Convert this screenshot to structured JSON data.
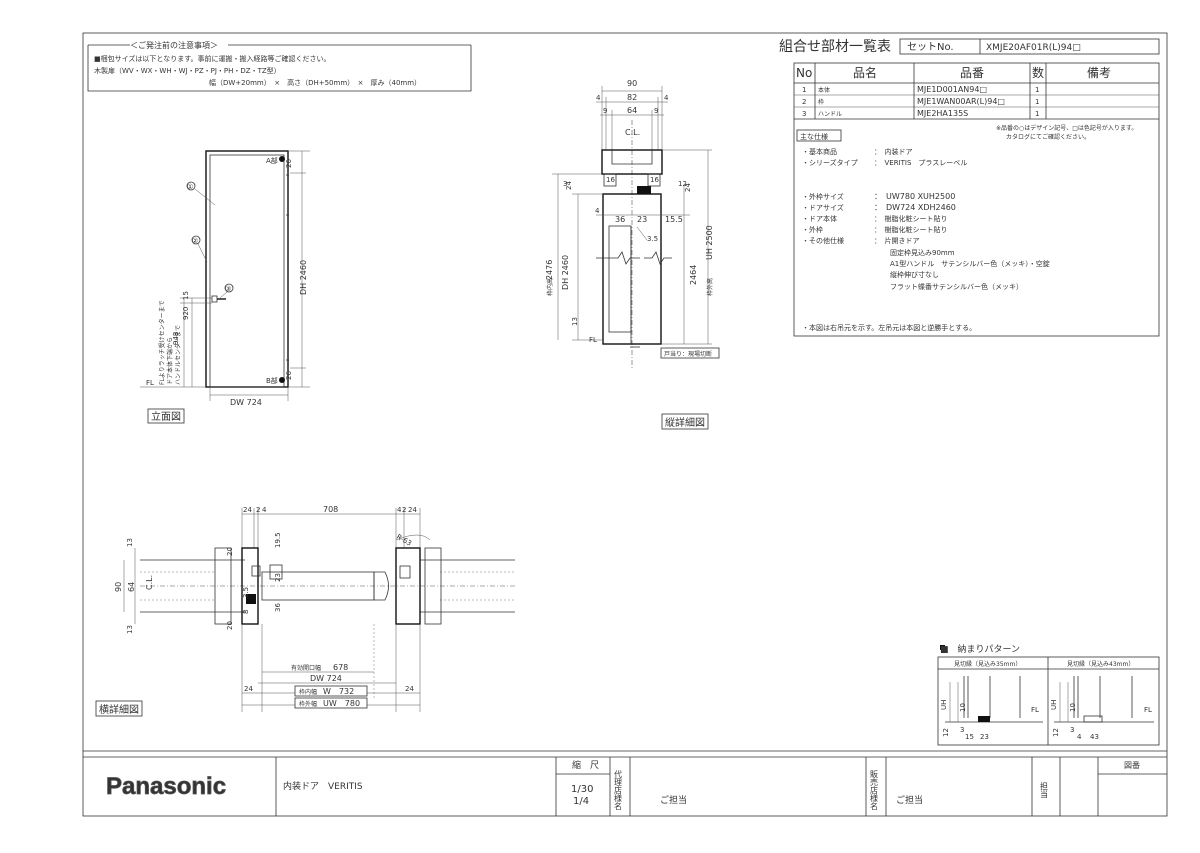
{
  "notice": {
    "title": "＜ご発注前の注意事項＞",
    "line1": "■梱包サイズは以下となります。事前に運搬・搬入経路等ご確認ください。",
    "line2": "木製扉（WV・WX・WH・WJ・PZ・PJ・PH・DZ・TZ型）",
    "line3": "幅（DW+20mm）　×　高さ（DH+50mm）　×　厚み（40mm）"
  },
  "header": {
    "title": "組合せ部材一覧表",
    "set_no_label": "セットNo.",
    "set_no_value": "XMJE20AF01R(L)94□"
  },
  "parts_table": {
    "headers": [
      "No",
      "品名",
      "品番",
      "数",
      "備考"
    ],
    "rows": [
      {
        "no": "1",
        "name": "本体",
        "code": "MJE1D001AN94□",
        "qty": "1",
        "note": ""
      },
      {
        "no": "2",
        "name": "枠",
        "code": "MJE1WAN00AR(L)94□",
        "qty": "1",
        "note": ""
      },
      {
        "no": "3",
        "name": "ハンドル",
        "code": "MJE2HA135S",
        "qty": "1",
        "note": ""
      }
    ]
  },
  "specs": {
    "color_note1": "※品番の○はデザイン記号、□は色記号が入ります。",
    "color_note2": "カタログにてご確認ください。",
    "section_label": "主な仕様",
    "base_label": "・基本商品",
    "base_value": "：　内装ドア",
    "series_label": "・シリーズタイプ",
    "series_value": "：　VERITIS　プラスレーベル",
    "outer_size_label": "・外枠サイズ",
    "outer_size_value": "：　UW780 XUH2500",
    "door_size_label": "・ドアサイズ",
    "door_size_value": "：　DW724 XDH2460",
    "door_body_label": "・ドア本体",
    "door_body_value": "：　樹脂化粧シート貼り",
    "frame_label": "・外枠",
    "frame_value": "：　樹脂化粧シート貼り",
    "other_label": "・その他仕様",
    "other_value": "：　片開きドア",
    "other_lines": [
      "固定枠見込み90mm",
      "A1型ハンドル　サテンシルバー色（メッキ）・空錠",
      "縦枠伸び寸なし",
      "フラット蝶番サテンシルバー色（メッキ）"
    ],
    "footnote": "・本図は右吊元を示す。左吊元は本図と逆勝手とする。"
  },
  "elevation": {
    "label": "立面図",
    "marker1": "①",
    "marker2": "②",
    "marker3": "③",
    "mark_a": "A部",
    "mark_b": "B部",
    "dh": "DH 2460",
    "dw": "DW 724",
    "d26a": "26",
    "d26b": "26",
    "d920": "920",
    "d15": "15",
    "d948": "948",
    "fl": "FL",
    "side_note1": "FLよりラッチ受けセンターまで",
    "side_note2": "ドア本体下端から",
    "side_note3": "ハンドルセンターまで"
  },
  "vertical": {
    "label": "縦詳細図",
    "d90": "90",
    "d82": "82",
    "d64": "64",
    "d4a": "4",
    "d4b": "4",
    "d9a": "9",
    "d9b": "9",
    "cl": "C.L.",
    "d16a": "16",
    "d16b": "16",
    "d24": "24",
    "d3": "3",
    "d4c": "4",
    "d36": "36",
    "d23": "23",
    "d155": "15.5",
    "d35": "3.5",
    "d12": "12",
    "d24b": "24",
    "uh": "UH 2500",
    "d2464": "2464",
    "d2476": "2476",
    "dh2460": "DH 2460",
    "inner_label": "枠内高",
    "outer_label": "枠外高",
    "d13": "13",
    "fl": "FL",
    "floor_note": "戸当り：現場切断"
  },
  "horizontal": {
    "label": "横詳細図",
    "d24a": "24",
    "d2a": "2",
    "d4a": "4",
    "d708": "708",
    "d4b": "4",
    "d2b": "2",
    "d24b": "24",
    "d20a": "20",
    "d195": "19.5",
    "r": "R-63",
    "d90": "90",
    "d64": "64",
    "d13a": "13",
    "d13b": "13",
    "cl": "C.L.",
    "d23": "23",
    "d36": "36",
    "d35": "3.5",
    "d8": "8",
    "d20b": "20",
    "d678": "678",
    "opening_label": "有効開口幅",
    "dw": "DW 724",
    "w": "W　732",
    "w_label": "枠内幅",
    "uw": "UW　780",
    "uw_label": "枠外幅",
    "d24c": "24",
    "d24d": "24"
  },
  "pattern": {
    "title": "■　納まりパターン",
    "left_title": "見切縁（見込み35mm）",
    "right_title": "見切縁（見込み43mm）",
    "uh": "UH",
    "fl": "FL",
    "l12": "12",
    "l3": "3",
    "l10": "10",
    "l15": "15",
    "l23": "23",
    "r12": "12",
    "r3": "3",
    "r10": "10",
    "r4": "4",
    "r43": "43"
  },
  "titleblock": {
    "brand": "Panasonic",
    "product": "内装ドア　VERITIS",
    "scale_label": "縮　尺",
    "scale1": "1/30",
    "scale2": "1/4",
    "agent_label": "代理店様名",
    "agent_value": "ご担当",
    "dealer_label": "販売店様名",
    "dealer_value": "ご担当",
    "charge_label": "担当",
    "drawing_no_label": "図番"
  }
}
